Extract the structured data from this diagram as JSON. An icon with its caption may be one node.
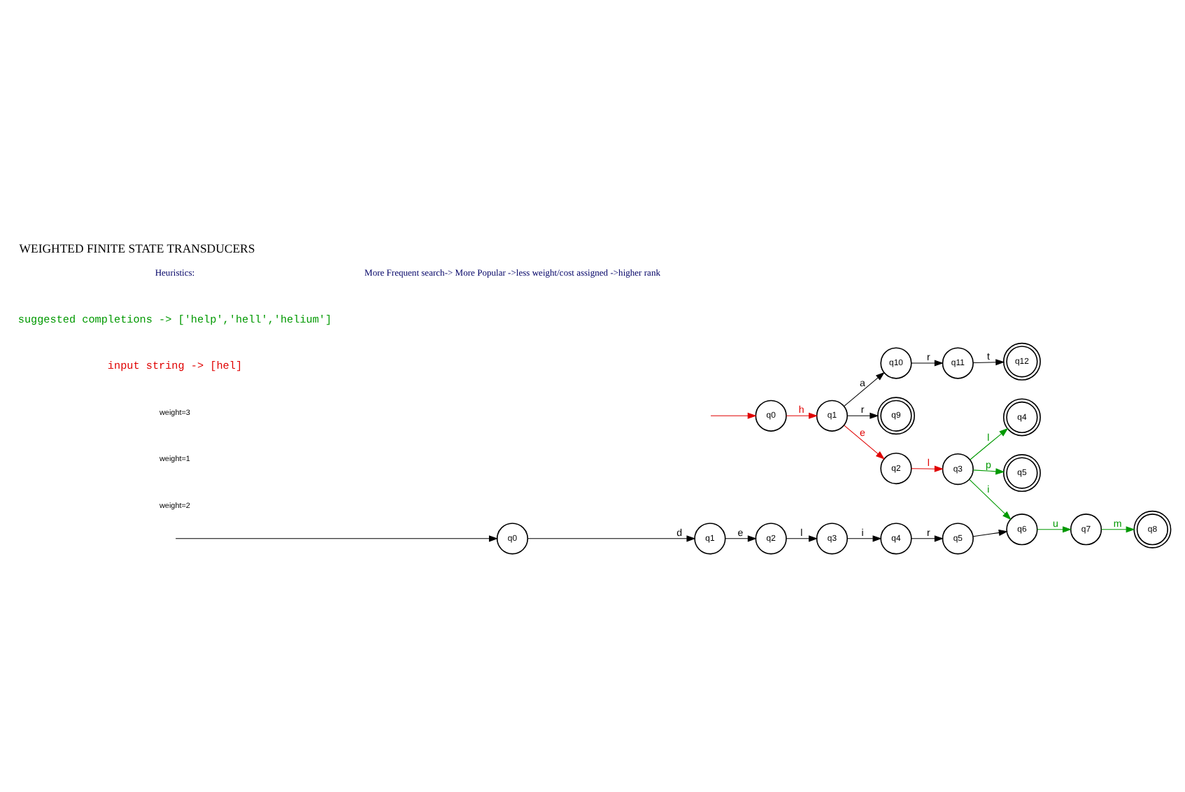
{
  "diagram": {
    "title": "WEIGHTED FINITE STATE TRANSDUCERS",
    "nodes": [
      {
        "text": [
          "q10"
        ]
      },
      {
        "text": [
          "q11"
        ]
      },
      {
        "text": [
          "q12"
        ]
      },
      {
        "text": [
          "q9"
        ]
      },
      {
        "text": [
          "q4"
        ]
      },
      {
        "text": [
          "q5"
        ]
      },
      {
        "text": [
          "q0"
        ]
      },
      {
        "text": [
          "q1"
        ]
      },
      {
        "text": [
          "q2"
        ]
      },
      {
        "text": [
          "q3"
        ]
      },
      {
        "text": [
          "q6"
        ]
      },
      {
        "text": [
          "q0"
        ]
      },
      {
        "text": [
          "q1"
        ]
      },
      {
        "text": [
          "q2"
        ]
      },
      {
        "text": [
          "q3"
        ]
      },
      {
        "text": [
          "q4"
        ]
      },
      {
        "text": [
          "q5"
        ]
      },
      {
        "text": [
          "q7"
        ]
      },
      {
        "text": [
          "q8"
        ]
      }
    ],
    "edges": [
      {
        "from": null,
        "to": 6,
        "arrow": "to",
        "color": "#e00000"
      },
      {
        "from": 6,
        "to": 7,
        "arrow": "to",
        "label": "h",
        "color": "#e00000"
      },
      {
        "from": 7,
        "to": 8,
        "arrow": "to",
        "label": "e",
        "color": "#e00000"
      },
      {
        "from": 8,
        "to": 9,
        "arrow": "to",
        "label": "l",
        "color": "#e00000"
      },
      {
        "from": 7,
        "to": 0,
        "arrow": "to",
        "label": "a"
      },
      {
        "from": 0,
        "to": 1,
        "arrow": "to",
        "label": "r"
      },
      {
        "from": 1,
        "to": 2,
        "arrow": "to",
        "label": "t"
      },
      {
        "from": 7,
        "to": 3,
        "arrow": "to",
        "label": "r"
      },
      {
        "from": 9,
        "to": 4,
        "arrow": "to",
        "label": "l",
        "color": "#009900"
      },
      {
        "from": 9,
        "to": 5,
        "arrow": "to",
        "label": "p",
        "color": "#009900"
      },
      {
        "from": 9,
        "to": 10,
        "arrow": "to",
        "label": "i",
        "color": "#009900"
      },
      {
        "from": null,
        "to": 11,
        "arrow": "to"
      },
      {
        "from": 11,
        "to": 12,
        "arrow": "to",
        "label": "d"
      },
      {
        "from": 12,
        "to": 13,
        "arrow": "to",
        "label": "e"
      },
      {
        "from": 13,
        "to": 14,
        "arrow": "to",
        "label": "l"
      },
      {
        "from": 14,
        "to": 15,
        "arrow": "to",
        "label": "i"
      },
      {
        "from": 15,
        "to": 16,
        "arrow": "to",
        "label": "r"
      },
      {
        "from": 16,
        "to": 10,
        "arrow": "to"
      },
      {
        "from": 10,
        "to": 17,
        "arrow": "to",
        "label": "u",
        "color": "#009900"
      },
      {
        "from": 17,
        "to": 18,
        "arrow": "to",
        "label": "m",
        "color": "#009900"
      }
    ],
    "labels": [
      "weight=2",
      "weight=1",
      "weight=3",
      "input string -> [hel]",
      "suggested completions -> ['help','hell','helium']",
      "Heuristics:",
      "More Frequent search-> More Popular ->less weight/cost assigned ->higher rank"
    ]
  }
}
